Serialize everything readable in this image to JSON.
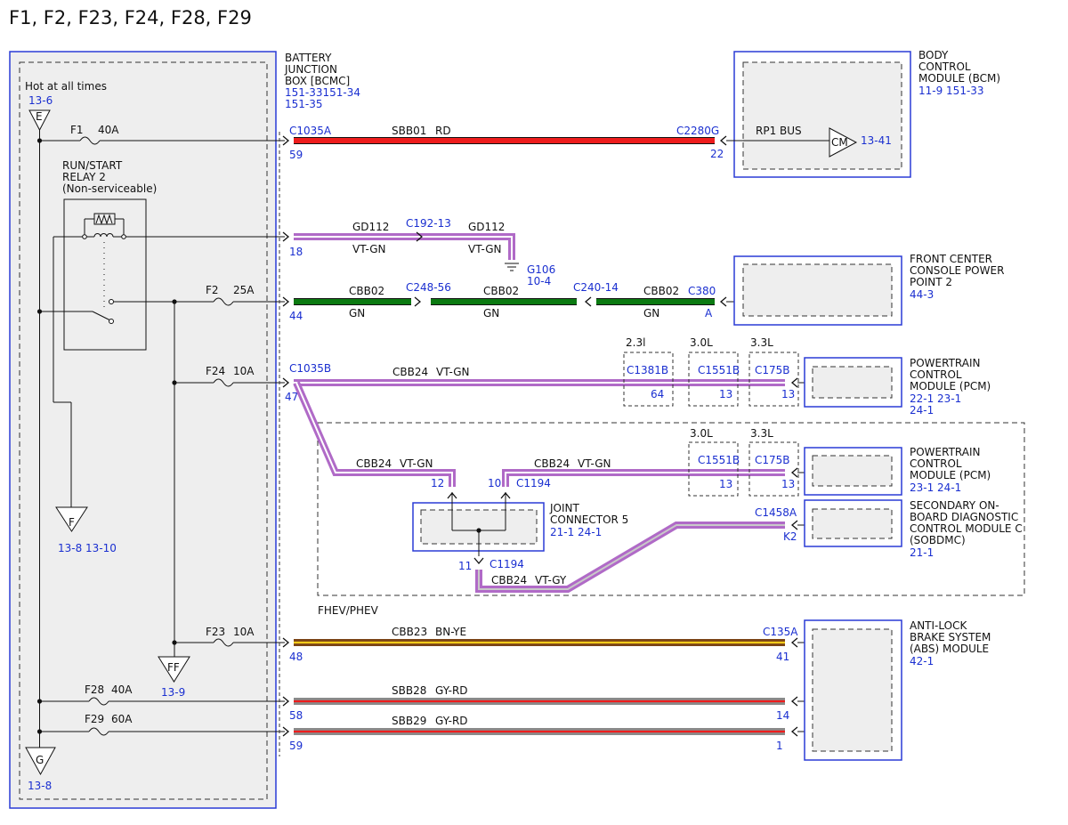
{
  "title": "F1, F2, F23, F24, F28, F29",
  "colors": {
    "module_border": "#2a3bd6",
    "ref_text": "#1a2fd0",
    "wire_red": "#ee1c1c",
    "wire_green": "#0b7a11",
    "wire_violet": "#b06ac7",
    "wire_violet_core": "#ffffff",
    "wire_brown": "#7a4316",
    "wire_yellow": "#f5cc1a",
    "wire_gray": "#8a8a8a",
    "module_fill": "#efefef"
  },
  "bjb": {
    "label_lines": [
      "BATTERY",
      "JUNCTION",
      "BOX [BCMC]"
    ],
    "ref_lines": [
      "151-33151-34",
      "151-35"
    ],
    "hot_label": "Hot at all times",
    "hot_ref": "13-6",
    "node_e": "E",
    "node_f": "F",
    "node_f_refs": "13-8  13-10",
    "node_ff": "FF",
    "node_ff_ref": "13-9",
    "node_g": "G",
    "node_g_ref": "13-8",
    "relay_lines": [
      "RUN/START",
      "RELAY 2",
      "(Non-serviceable)"
    ]
  },
  "fuses": {
    "f1": {
      "name": "F1",
      "rating": "40A"
    },
    "f2": {
      "name": "F2",
      "rating": "25A"
    },
    "f24": {
      "name": "F24",
      "rating": "10A"
    },
    "f23": {
      "name": "F23",
      "rating": "10A"
    },
    "f28": {
      "name": "F28",
      "rating": "40A"
    },
    "f29": {
      "name": "F29",
      "rating": "60A"
    }
  },
  "bcm": {
    "label_lines": [
      "BODY",
      "CONTROL",
      "MODULE (BCM)"
    ],
    "refs": "11-9   151-33",
    "bus": "RP1 BUS",
    "cm": "CM",
    "cm_ref": "13-41"
  },
  "wire_sbb01": {
    "connector_a": "C1035A",
    "pin_a": "59",
    "circuit": "SBB01",
    "color": "RD",
    "connector_b": "C2280G",
    "pin_b": "22"
  },
  "wire_gd112": {
    "pin_a": "18",
    "circuit1": "GD112",
    "color1": "VT-GN",
    "inline": "C192-13",
    "circuit2": "GD112",
    "color2": "VT-GN",
    "ground": "G106",
    "ground_ref": "10-4"
  },
  "wire_cbb02": {
    "pin_a": "44",
    "circuit1": "CBB02",
    "color1": "GN",
    "inline1": "C248-56",
    "circuit2": "CBB02",
    "color2": "GN",
    "inline2": "C240-14",
    "circuit3": "CBB02",
    "color3": "GN",
    "connector_b": "C380",
    "pin_b": "A"
  },
  "front_console": {
    "label_lines": [
      "FRONT CENTER",
      "CONSOLE POWER",
      "POINT 2"
    ],
    "ref": "44-3"
  },
  "wire_cbb24_main": {
    "connector_a": "C1035B",
    "pin_a": "47",
    "circuit": "CBB24",
    "color": "VT-GN",
    "engine1": "2.3l",
    "conn1": "C1381B",
    "pin1": "64",
    "engine2": "3.0L",
    "conn2": "C1551B",
    "pin2": "13",
    "engine3": "3.3L",
    "conn3": "C175B",
    "pin3": "13"
  },
  "pcm_a": {
    "label_lines": [
      "POWERTRAIN",
      "CONTROL",
      "MODULE (PCM)"
    ],
    "refs": [
      "22-1  23-1",
      "24-1"
    ]
  },
  "fhev": {
    "group_label": "FHEV/PHEV",
    "w1_circuit": "CBB24",
    "w1_color": "VT-GN",
    "w1_pin": "12",
    "w2_pin": "10",
    "w2_connector": "C1194",
    "w2_circuit": "CBB24",
    "w2_color": "VT-GN",
    "engine2": "3.0L",
    "conn2": "C1551B",
    "pin2": "13",
    "engine3": "3.3L",
    "conn3": "C175B",
    "pin3": "13",
    "jc_label_lines": [
      "JOINT",
      "CONNECTOR 5"
    ],
    "jc_refs": "21-1   24-1",
    "jc_pin": "11",
    "jc_connector": "C1194",
    "w3_circuit": "CBB24",
    "w3_color": "VT-GY",
    "w3_connector": "C1458A",
    "w3_pin": "K2"
  },
  "pcm_b": {
    "label_lines": [
      "POWERTRAIN",
      "CONTROL",
      "MODULE (PCM)"
    ],
    "refs": "23-1  24-1"
  },
  "sobdmc": {
    "label_lines": [
      "SECONDARY ON-",
      "BOARD DIAGNOSTIC",
      "CONTROL MODULE C",
      "(SOBDMC)"
    ],
    "ref": "21-1"
  },
  "wire_cbb23": {
    "pin_a": "48",
    "circuit": "CBB23",
    "color": "BN-YE",
    "connector_b": "C135A",
    "pin_b": "41"
  },
  "wire_sbb28": {
    "pin_a": "58",
    "circuit": "SBB28",
    "color": "GY-RD",
    "pin_b": "14"
  },
  "wire_sbb29": {
    "pin_a": "59",
    "circuit": "SBB29",
    "color": "GY-RD",
    "pin_b": "1"
  },
  "abs": {
    "label_lines": [
      "ANTI-LOCK",
      "BRAKE SYSTEM",
      "(ABS) MODULE"
    ],
    "ref": "42-1"
  }
}
